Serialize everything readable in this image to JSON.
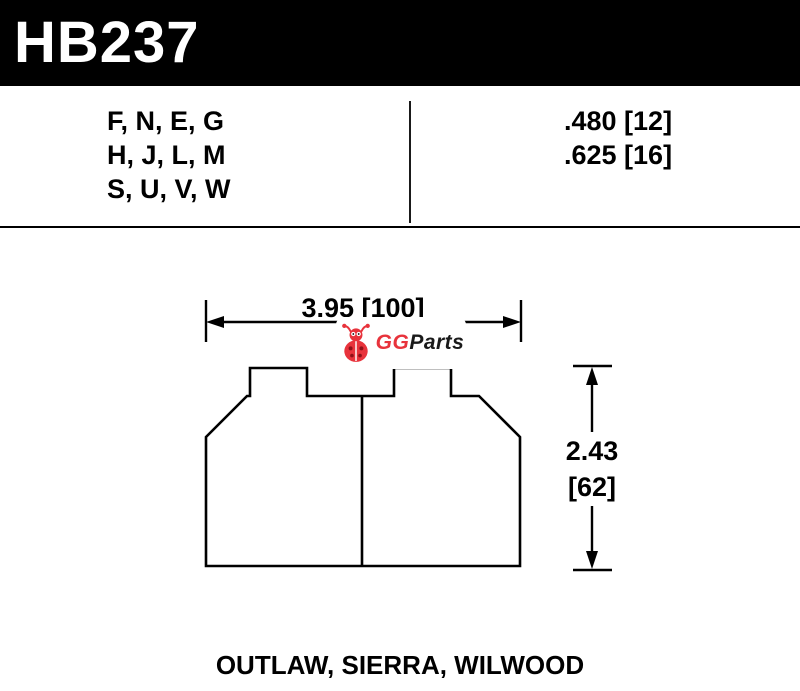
{
  "header": {
    "part_number": "HB237"
  },
  "spec_table": {
    "compound_rows": [
      "F, N, E, G",
      "H, J, L, M",
      "S, U, V, W"
    ],
    "thickness_rows": [
      ".480 [12]",
      ".625 [16]"
    ]
  },
  "drawing": {
    "width_dimension": "3.95 [100]",
    "height_dimension_in": "2.43",
    "height_dimension_mm": "[62]"
  },
  "watermark": {
    "brand_red": "GG",
    "brand_dark": "Parts",
    "accent_color": "#e8333c"
  },
  "footer": {
    "applications": "OUTLAW, SIERRA, WILWOOD"
  },
  "colors": {
    "header_bg": "#000000",
    "header_text": "#ffffff",
    "line": "#000000"
  }
}
